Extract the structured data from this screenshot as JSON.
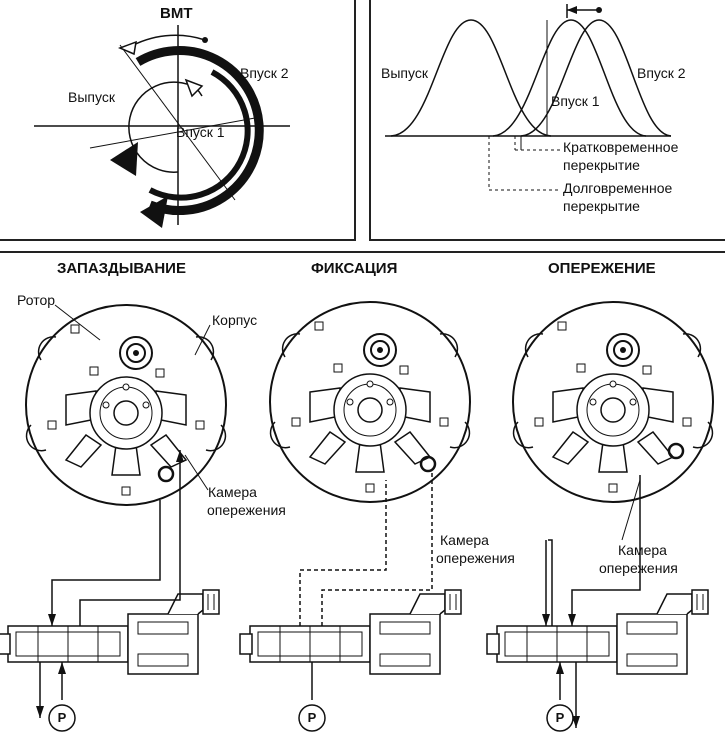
{
  "top_left": {
    "bmt": "BMT",
    "intake2": "Впуск 2",
    "exhaust": "Выпуск",
    "intake1": "Впуск 1"
  },
  "top_right": {
    "exhaust": "Выпуск",
    "intake2": "Впуск 2",
    "intake1": "Впуск 1",
    "short_overlap_1": "Кратковременное",
    "short_overlap_2": "перекрытие",
    "long_overlap_1": "Долговременное",
    "long_overlap_2": "перекрытие"
  },
  "bottom": {
    "retard": "ЗАПАЗДЫВАНИЕ",
    "hold": "ФИКСАЦИЯ",
    "advance": "ОПЕРЕЖЕНИЕ",
    "rotor": "Ротор",
    "housing": "Корпус",
    "chamber_1a": "Камера",
    "chamber_1b": "опережения",
    "chamber_2a": "Камера",
    "chamber_2b": "опережения",
    "chamber_3a": "Камера",
    "chamber_3b": "опережения",
    "pressure": "P"
  }
}
